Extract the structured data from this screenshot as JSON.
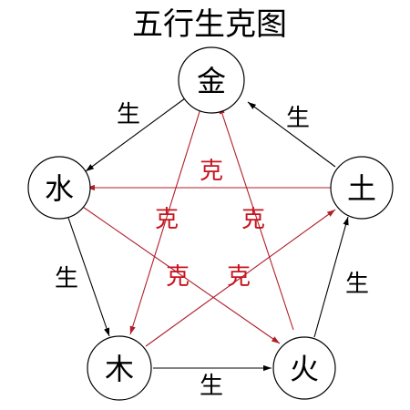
{
  "title": "五行生克图",
  "nodes": {
    "metal": "金",
    "water": "水",
    "wood": "木",
    "fire": "火",
    "earth": "土"
  },
  "generating_label": "生",
  "controlling_label": "克",
  "generating_cycle": [
    "金 → 水",
    "水 → 木",
    "木 → 火",
    "火 → 土",
    "土 → 金"
  ],
  "controlling_cycle": [
    "金 → 木",
    "木 → 土",
    "土 → 水",
    "水 → 火",
    "火 → 金"
  ],
  "colors": {
    "generating": "#000000",
    "controlling": "#b01e2a",
    "controlling_text": "#c8141e"
  }
}
